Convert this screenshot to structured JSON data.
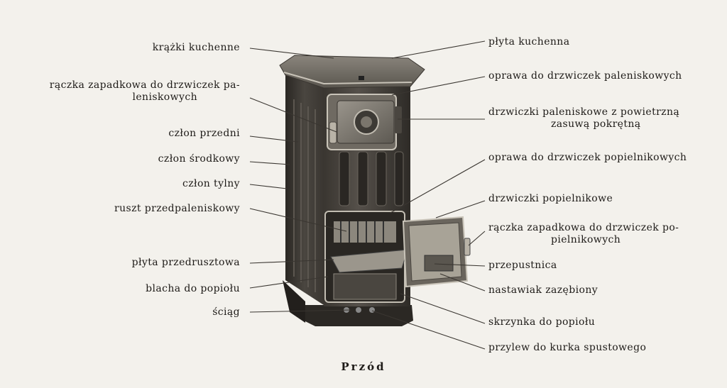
{
  "diagram": {
    "left_labels": [
      {
        "id": "krazki",
        "text": "krążki kuchenne"
      },
      {
        "id": "raczka-pal",
        "line1": "rączka zapadkowa do drzwiczek pa-",
        "line2": "leniskowych"
      },
      {
        "id": "czlon-przedni",
        "text": "człon przedni"
      },
      {
        "id": "czlon-srodkowy",
        "text": "człon środkowy"
      },
      {
        "id": "czlon-tylny",
        "text": "człon tylny"
      },
      {
        "id": "ruszt",
        "text": "ruszt przedpaleniskowy"
      },
      {
        "id": "plyta-przed",
        "text": "płyta przedrusztowa"
      },
      {
        "id": "blacha",
        "text": "blacha do popiołu"
      },
      {
        "id": "sciag",
        "text": "ściąg"
      }
    ],
    "right_labels": [
      {
        "id": "plyta-kuch",
        "text": "płyta kuchenna"
      },
      {
        "id": "oprawa-pal",
        "text": "oprawa do drzwiczek paleniskowych"
      },
      {
        "id": "drzwiczki-pal",
        "line1": "drzwiczki paleniskowe z powietrzną",
        "line2": "zasuwą pokrętną"
      },
      {
        "id": "oprawa-pop",
        "text": "oprawa do drzwiczek popielnikowych"
      },
      {
        "id": "drzwiczki-pop",
        "text": "drzwiczki popielnikowe"
      },
      {
        "id": "raczka-pop",
        "line1": "rączka zapadkowa do drzwiczek po-",
        "line2": "pielnikowych"
      },
      {
        "id": "przepustnica",
        "text": "przepustnica"
      },
      {
        "id": "nastawiak",
        "text": "nastawiak zazębiony"
      },
      {
        "id": "skrzynka",
        "text": "skrzynka do popiołu"
      },
      {
        "id": "przylew",
        "text": "przylew do kurka spustowego"
      }
    ],
    "caption": "Przód"
  }
}
